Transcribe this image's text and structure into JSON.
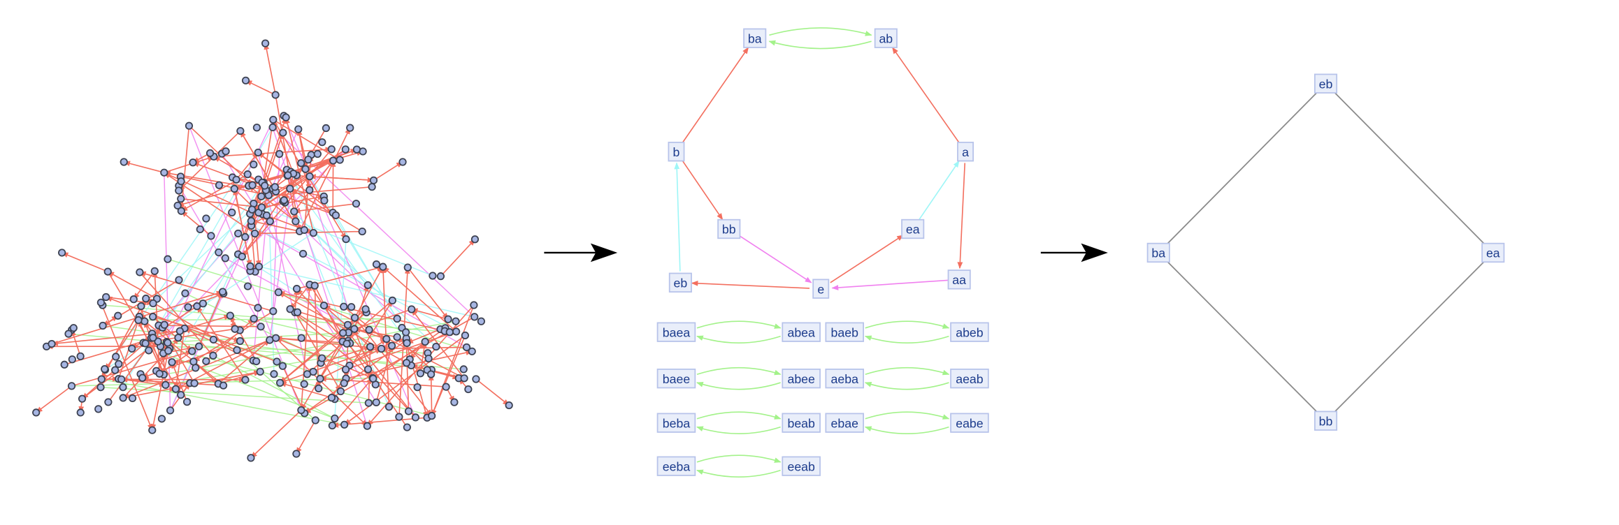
{
  "colors": {
    "red": "#f36f5f",
    "green": "#a3f28a",
    "cyan": "#9ef6f7",
    "magenta": "#f080ef",
    "gray": "#8a8a8a",
    "node_fill": "#a7b6e3",
    "node_stroke": "#3c4150",
    "label": "#1d3c8c"
  },
  "left_graph": {
    "description_kind": "large directed state graph",
    "clusters": 3
  },
  "middle_graph": {
    "vertices": [
      "ba",
      "ab",
      "b",
      "a",
      "bb",
      "ea",
      "eb",
      "e",
      "aa"
    ],
    "edges": [
      {
        "from": "ba",
        "to": "ab",
        "color": "green"
      },
      {
        "from": "ab",
        "to": "ba",
        "color": "green"
      },
      {
        "from": "b",
        "to": "ba",
        "color": "red"
      },
      {
        "from": "a",
        "to": "ab",
        "color": "red"
      },
      {
        "from": "b",
        "to": "bb",
        "color": "red"
      },
      {
        "from": "bb",
        "to": "e",
        "color": "magenta"
      },
      {
        "from": "eb",
        "to": "b",
        "color": "cyan"
      },
      {
        "from": "e",
        "to": "eb",
        "color": "red"
      },
      {
        "from": "e",
        "to": "ea",
        "color": "red"
      },
      {
        "from": "ea",
        "to": "a",
        "color": "cyan"
      },
      {
        "from": "a",
        "to": "aa",
        "color": "red"
      },
      {
        "from": "aa",
        "to": "e",
        "color": "magenta"
      }
    ],
    "pairs": [
      [
        "baea",
        "abea"
      ],
      [
        "baeb",
        "abeb"
      ],
      [
        "baee",
        "abee"
      ],
      [
        "aeba",
        "aeab"
      ],
      [
        "beba",
        "beab"
      ],
      [
        "ebae",
        "eabe"
      ],
      [
        "eeba",
        "eeab"
      ]
    ]
  },
  "right_graph": {
    "vertices": [
      "eb",
      "ba",
      "ea",
      "bb"
    ],
    "edges": [
      [
        "eb",
        "ba"
      ],
      [
        "eb",
        "ea"
      ],
      [
        "ba",
        "bb"
      ],
      [
        "ea",
        "bb"
      ]
    ]
  }
}
